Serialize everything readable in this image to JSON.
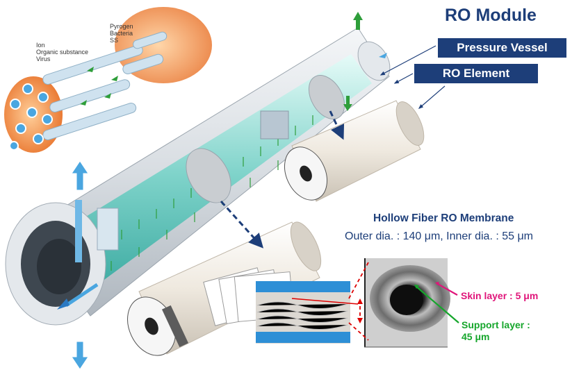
{
  "title": "RO Module",
  "labels": {
    "pressure_vessel": "Pressure Vessel",
    "ro_element": "RO Element"
  },
  "inset_labels": {
    "ion": "Ion",
    "organic": "Organic substance",
    "virus": "Virus",
    "pyrogen": "Pyrogen",
    "bacteria": "Bacteria",
    "ss": "SS"
  },
  "membrane": {
    "title": "Hollow Fiber RO Membrane",
    "dims": "Outer dia. : 140 μm, Inner dia. : 55 μm",
    "skin_layer": "Skin layer : 5 μm",
    "support_layer_1": "Support layer :",
    "support_layer_2": "45 μm"
  },
  "colors": {
    "navy": "#1d3e79",
    "skin": "#e0157a",
    "support": "#16a62c",
    "water_blue": "#4aa6e0",
    "flow_green": "#2e9e3a",
    "inset_orange": "#f08a3c"
  }
}
